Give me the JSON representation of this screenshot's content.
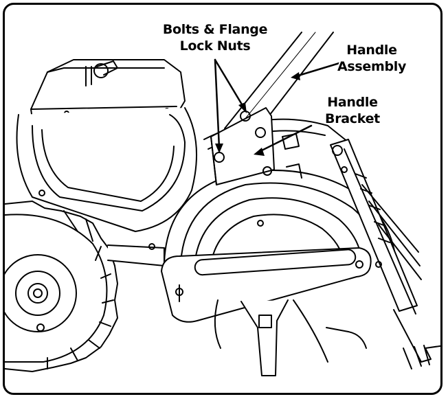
{
  "figure": {
    "labels": {
      "bolts_line1": "Bolts & Flange",
      "bolts_line2": "Lock Nuts",
      "handle_assembly_line1": "Handle",
      "handle_assembly_line2": "Assembly",
      "handle_bracket_line1": "Handle",
      "handle_bracket_line2": "Bracket"
    }
  }
}
